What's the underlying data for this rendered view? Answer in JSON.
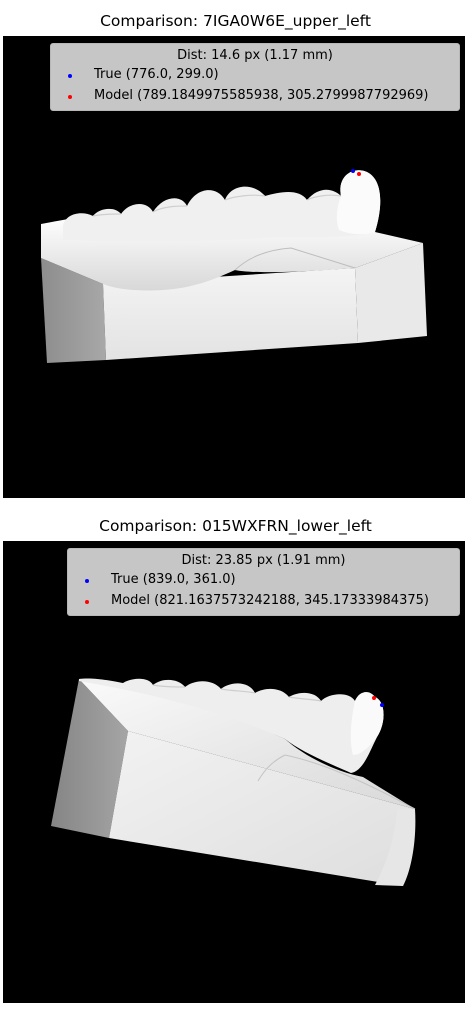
{
  "panels": [
    {
      "title": "Comparison: 7IGA0W6E_upper_left",
      "legend": {
        "title": "Dist: 14.6 px (1.17 mm)",
        "entries": [
          {
            "label": "True (776.0, 299.0)",
            "color": "#0000ff"
          },
          {
            "label": "Model (789.1849975585938, 305.2799987792969)",
            "color": "#ff0000"
          }
        ]
      }
    },
    {
      "title": "Comparison: 015WXFRN_lower_left",
      "legend": {
        "title": "Dist: 23.85 px (1.91 mm)",
        "entries": [
          {
            "label": "True (839.0, 361.0)",
            "color": "#0000ff"
          },
          {
            "label": "Model (821.1637573242188, 345.17333984375)",
            "color": "#ff0000"
          }
        ]
      }
    }
  ]
}
